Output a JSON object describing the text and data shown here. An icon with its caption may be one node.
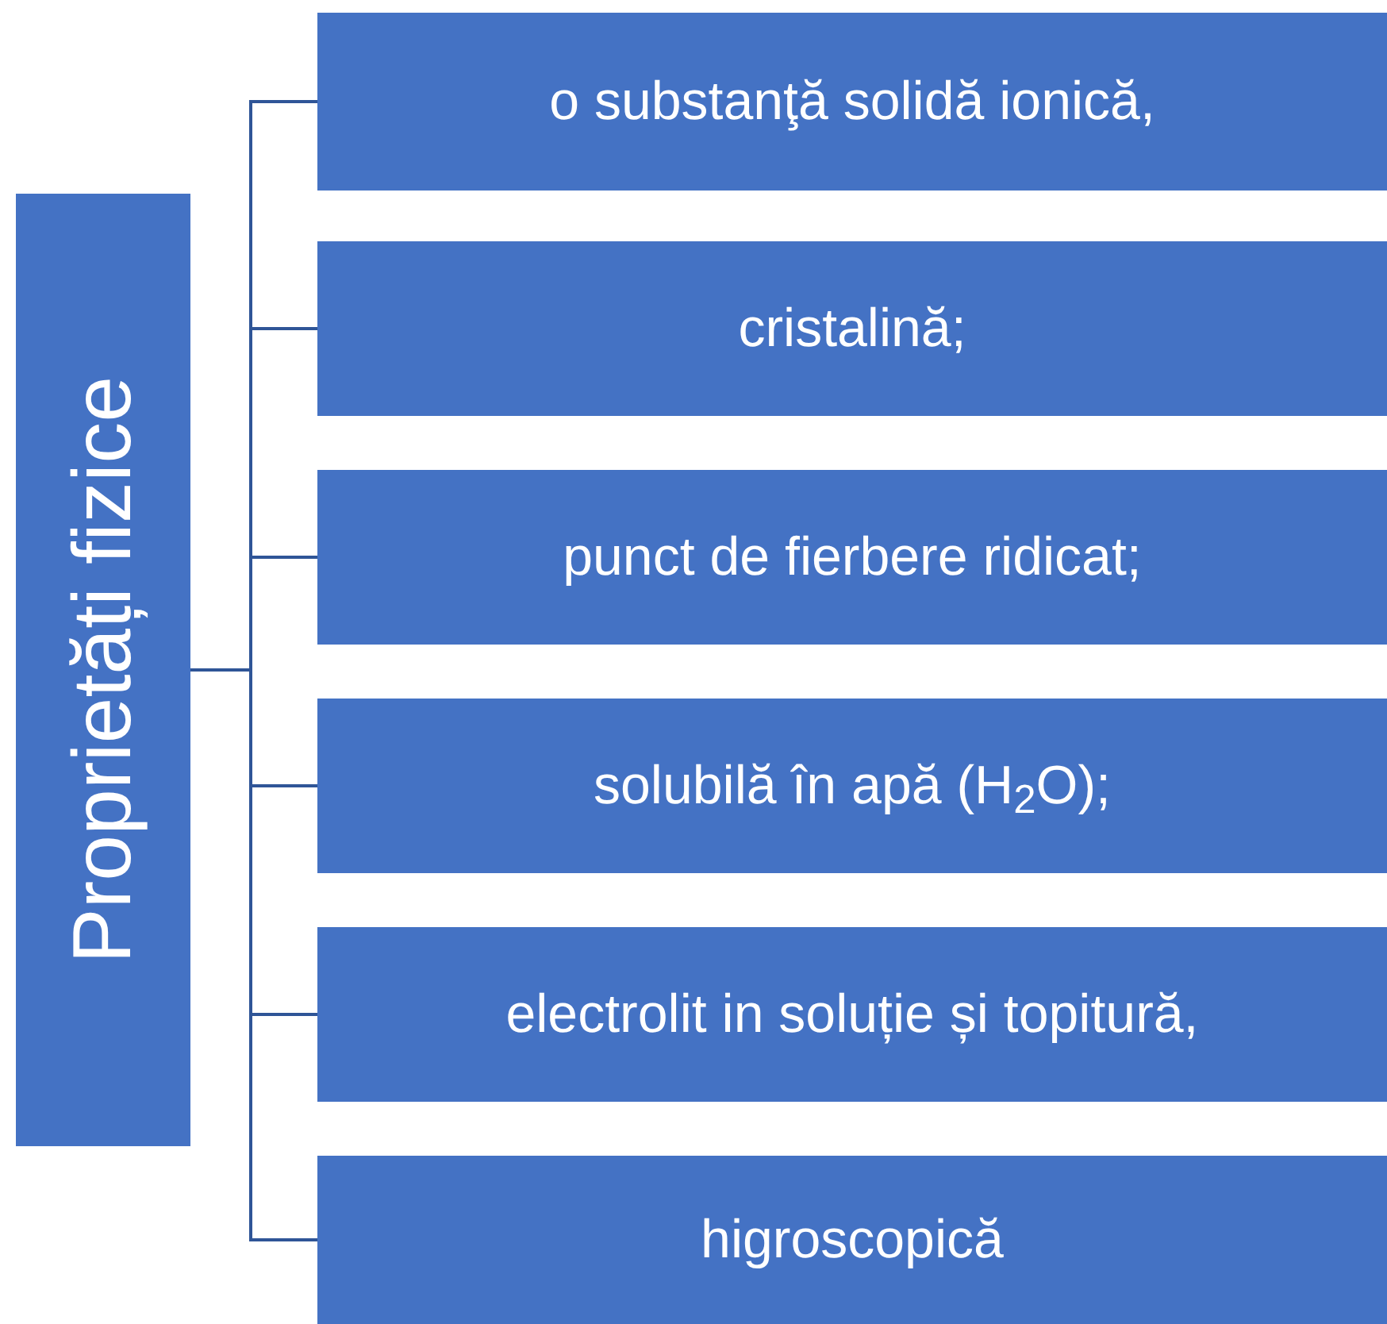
{
  "diagram": {
    "nodes": [
      {
        "text": [
          "Proprietăți fizice"
        ]
      },
      {
        "text": [
          "o substanţă solidă ionică,"
        ]
      },
      {
        "text": [
          "cristalină;"
        ]
      },
      {
        "text": [
          "punct de fierbere ridicat;"
        ]
      },
      {
        "text": [
          "solubilă în apă (H$_{2}$O);"
        ]
      },
      {
        "text": [
          "electrolit in soluție și topitură,"
        ]
      },
      {
        "text": [
          "higroscopică"
        ]
      }
    ],
    "edges": [
      {
        "from": 0,
        "to": 1,
        "arrow": "none"
      },
      {
        "from": 0,
        "to": 2,
        "arrow": "none"
      },
      {
        "from": 0,
        "to": 3,
        "arrow": "none"
      },
      {
        "from": 0,
        "to": 4,
        "arrow": "none"
      },
      {
        "from": 0,
        "to": 5,
        "arrow": "none"
      },
      {
        "from": 0,
        "to": 6,
        "arrow": "none"
      }
    ]
  }
}
